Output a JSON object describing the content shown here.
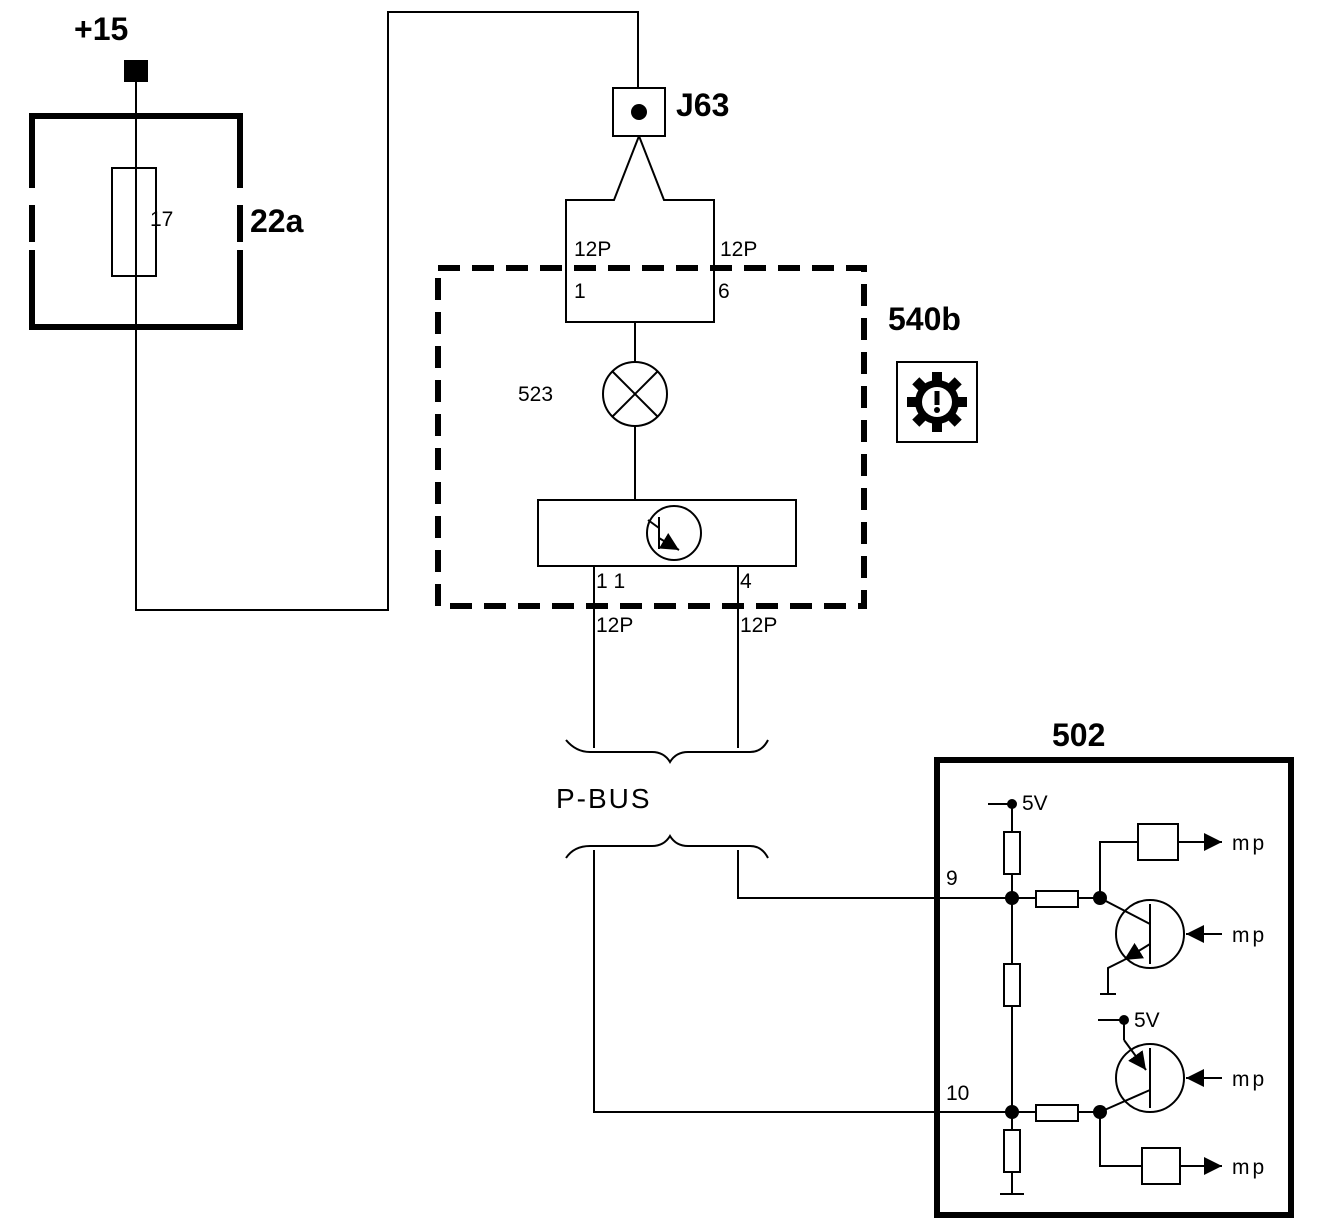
{
  "supply": {
    "label": "+15"
  },
  "fuse_box": {
    "label": "22a",
    "fuse_number": "17"
  },
  "connector_j": {
    "label": "J63"
  },
  "module_540b": {
    "label": "540b",
    "warning_icon": "gear-exclamation-icon",
    "lamp_label": "523",
    "connector_top_left": {
      "type": "12P",
      "pin": "1"
    },
    "connector_top_right": {
      "type": "12P",
      "pin": "6"
    },
    "connector_bottom_left": {
      "type": "12P",
      "pin": "1 1"
    },
    "connector_bottom_right": {
      "type": "12P",
      "pin": "4"
    }
  },
  "bus": {
    "label": "P-BUS"
  },
  "module_502": {
    "label": "502",
    "pin_upper": "9",
    "pin_lower": "10",
    "supply_top": "5V",
    "supply_mid": "5V",
    "outputs": [
      "mp",
      "mp",
      "mp",
      "mp"
    ]
  }
}
